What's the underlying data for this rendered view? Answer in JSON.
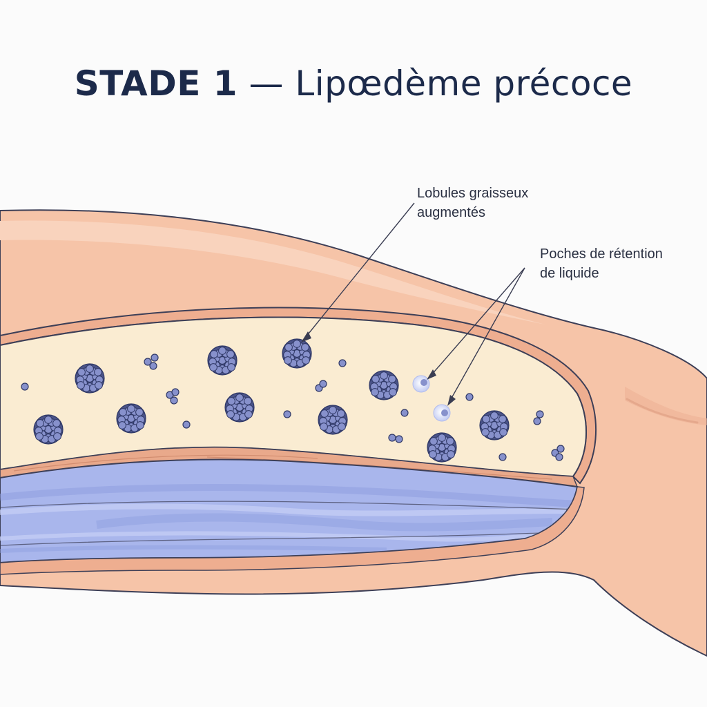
{
  "title": {
    "stage": "STADE 1",
    "dash": "—",
    "name": "Lipœdème précoce"
  },
  "annotations": {
    "fat_lobules": {
      "line1": "Lobules graisseux",
      "line2": "augmentés"
    },
    "fluid_pockets": {
      "line1": "Poches de rétention",
      "line2": "de liquide"
    }
  },
  "colors": {
    "skin": "#f6c4a8",
    "skin_outline": "#3d3f57",
    "fat_layer": "#faecd2",
    "muscle": "#a9b6ec",
    "lobule": "#8791cc",
    "lobule_outline": "#2f3866",
    "fluid": "#c7d0f5"
  }
}
